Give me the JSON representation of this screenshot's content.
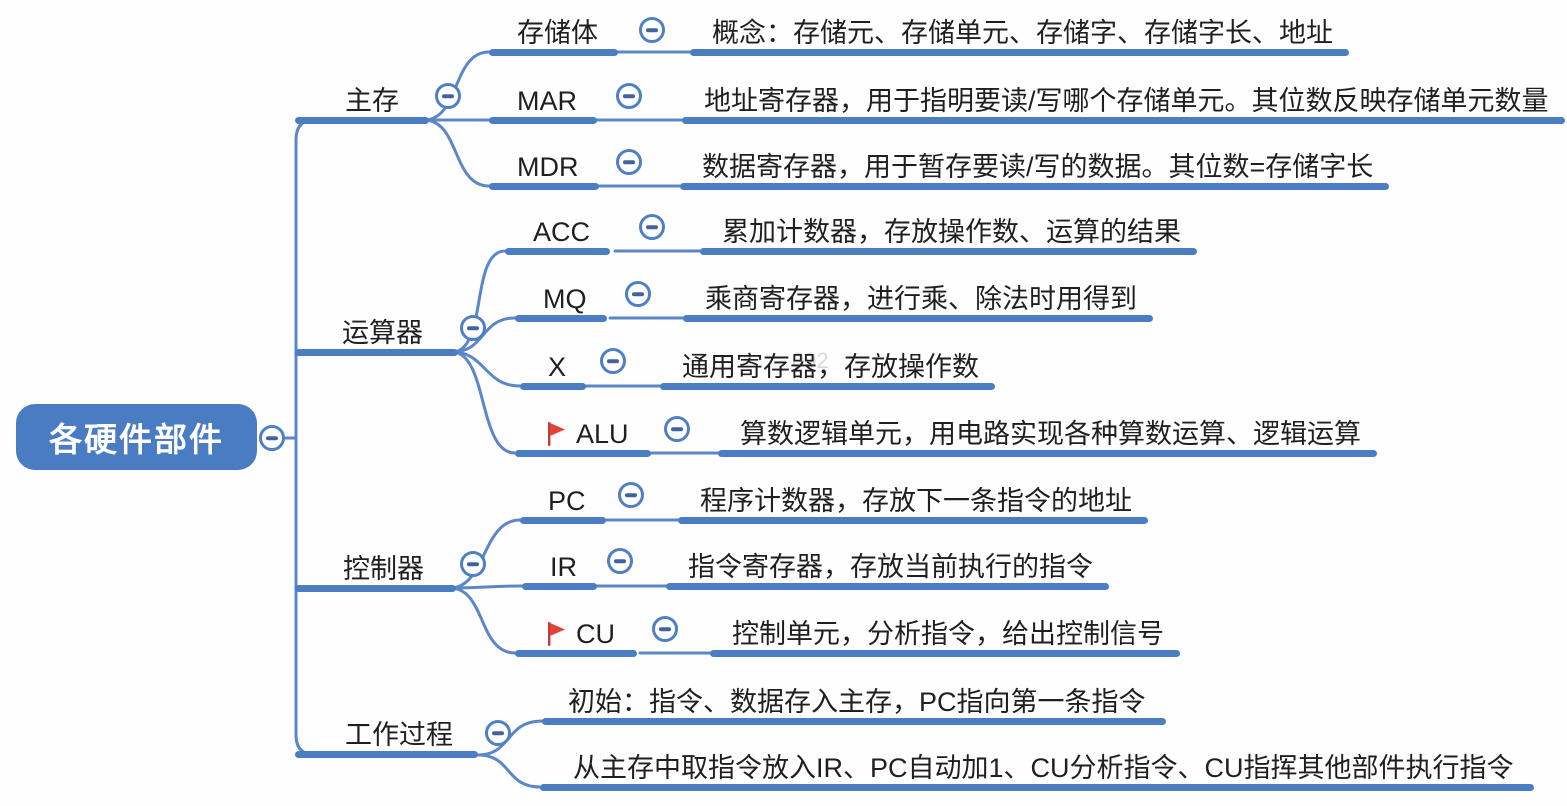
{
  "root": {
    "label": "各硬件部件"
  },
  "branches": [
    {
      "label": "主存",
      "children": [
        {
          "label": "存储体",
          "desc": "概念：存储元、存储单元、存储字、存储字长、地址"
        },
        {
          "label": "MAR",
          "desc": "地址寄存器，用于指明要读/写哪个存储单元。其位数反映存储单元数量"
        },
        {
          "label": "MDR",
          "desc": "数据寄存器，用于暂存要读/写的数据。其位数=存储字长"
        }
      ]
    },
    {
      "label": "运算器",
      "children": [
        {
          "label": "ACC",
          "desc": "累加计数器，存放操作数、运算的结果"
        },
        {
          "label": "MQ",
          "desc": "乘商寄存器，进行乘、除法时用得到"
        },
        {
          "label": "X",
          "desc": "通用寄存器，存放操作数"
        },
        {
          "label": "ALU",
          "flag": true,
          "desc": "算数逻辑单元，用电路实现各种算数运算、逻辑运算"
        }
      ]
    },
    {
      "label": "控制器",
      "children": [
        {
          "label": "PC",
          "desc": "程序计数器，存放下一条指令的地址"
        },
        {
          "label": "IR",
          "desc": "指令寄存器，存放当前执行的指令"
        },
        {
          "label": "CU",
          "flag": true,
          "desc": "控制单元，分析指令，给出控制信号"
        }
      ]
    },
    {
      "label": "工作过程",
      "children": [
        {
          "desc": "初始：指令、数据存入主存，PC指向第一条指令"
        },
        {
          "desc": "从主存中取指令放入IR、PC自动加1、CU分析指令、CU指挥其他部件执行指令"
        }
      ]
    }
  ],
  "watermark": "092",
  "colors": {
    "bar": "#4a7dc2",
    "line": "#5b87c7",
    "root_fill": "#4a7cc3",
    "flag": "#e5413c",
    "text": "#1f1f1f"
  }
}
